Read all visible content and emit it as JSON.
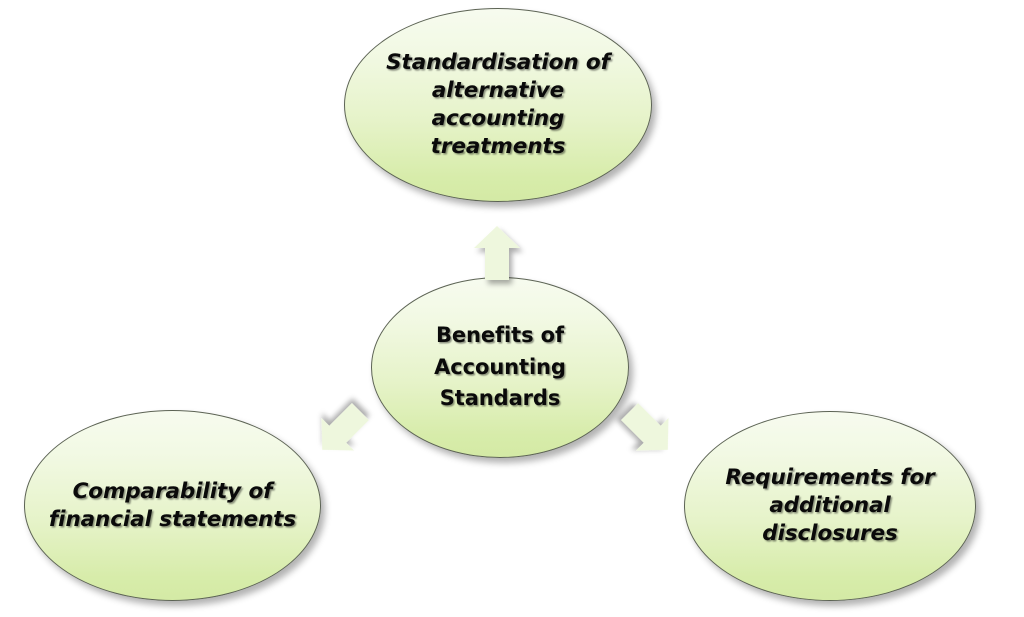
{
  "diagram": {
    "type": "hub-and-spoke",
    "background_color": "#ffffff",
    "node_fill_top_color": "#f7fbef",
    "node_fill_bottom_color": "#d4eaa5",
    "node_border_color": "#5c6354",
    "arrow_fill_color": "#eef7dd",
    "text_color": "#0a0a0a",
    "center": {
      "id": "benefits-of-accounting-standards",
      "label": "Benefits of\nAccounting\nStandards",
      "lines": [
        "Benefits of",
        "Accounting",
        "Standards"
      ]
    },
    "satellites": [
      {
        "id": "standardisation-of-alternative-accounting-treatments",
        "position": "top",
        "label": "Standardisation of alternative accounting treatments",
        "lines": [
          "Standardisation",
          "of alternative",
          "accounting",
          "treatments"
        ]
      },
      {
        "id": "comparability-of-financial-statements",
        "position": "bottom-left",
        "label": "Comparability of financial statements",
        "lines": [
          "Comparability",
          "of financial",
          "statements"
        ]
      },
      {
        "id": "requirements-for-additional-disclosures",
        "position": "bottom-right",
        "label": "Requirements for additional disclosures",
        "lines": [
          "Requirements",
          "for additional",
          "disclosures"
        ]
      }
    ],
    "arrows": [
      {
        "id": "arrow-up",
        "from": "center",
        "to": "standardisation-of-alternative-accounting-treatments",
        "direction": "up"
      },
      {
        "id": "arrow-left",
        "from": "center",
        "to": "comparability-of-financial-statements",
        "direction": "down-left"
      },
      {
        "id": "arrow-right",
        "from": "center",
        "to": "requirements-for-additional-disclosures",
        "direction": "down-right"
      }
    ]
  }
}
